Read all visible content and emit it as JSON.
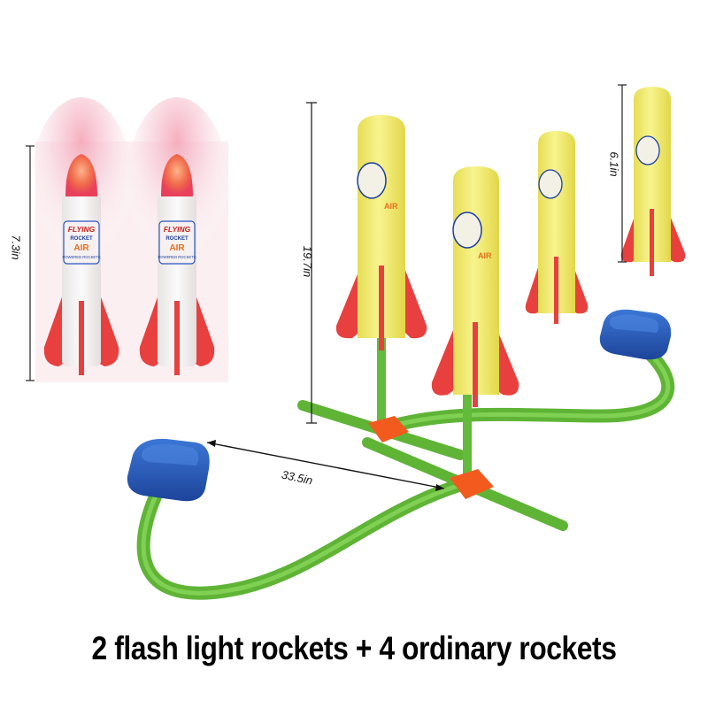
{
  "measurements": {
    "flash_rocket_height": "7.3in",
    "tall_rocket_height": "19.7in",
    "small_rocket_height": "6.1in",
    "pad_distance": "33.5in"
  },
  "rocket_label": {
    "line1": "FLYING",
    "line2": "ROCKET",
    "line3": "AIR",
    "line4": "POWERED ROCKETS"
  },
  "caption": "2 flash light rockets + 4 ordinary rockets",
  "colors": {
    "foam_yellow": "#f4ee7e",
    "fin_red": "#e8403e",
    "tube_green": "#6cc63e",
    "connector_orange": "#f25a1e",
    "pump_blue": "#2657b5",
    "flash_glow": "#f08a8a"
  }
}
